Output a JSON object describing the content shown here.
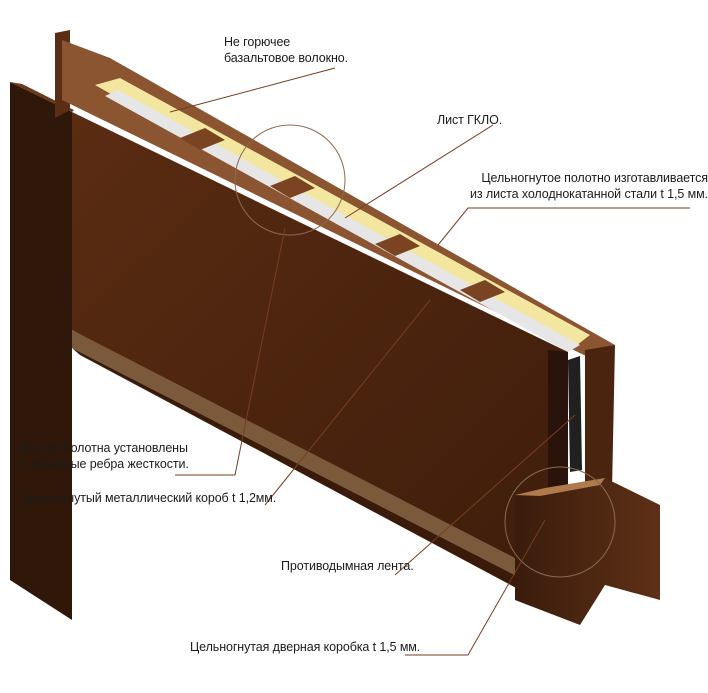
{
  "colors": {
    "panel_face": "#4a2410",
    "panel_dark": "#2e160a",
    "frame_edge": "#6b3a1c",
    "frame_light": "#b07a4c",
    "insulation": "#f4e8a6",
    "gklo_sheet": "#e9e9e9",
    "leader_line": "#7a3d20"
  },
  "labels": {
    "basalt": {
      "line1": "Не горючее",
      "line2": "базальтовое волокно."
    },
    "gklo": {
      "line1": "Лист ГКЛО."
    },
    "sheet": {
      "line1": "Цельногнутое полотно изготавливается",
      "line2": "из листа холоднокатанной стали t 1,5 мм."
    },
    "ribs": {
      "line1": "Внутри полотна установлены",
      "line2": "Г-образные ребра жесткости."
    },
    "box": {
      "line1": "Цельногнутый металлический короб t 1,2мм."
    },
    "smoke": {
      "line1": "Противодымная лента."
    },
    "frame": {
      "line1": "Цельногнутая дверная коробка t 1,5 мм."
    }
  }
}
